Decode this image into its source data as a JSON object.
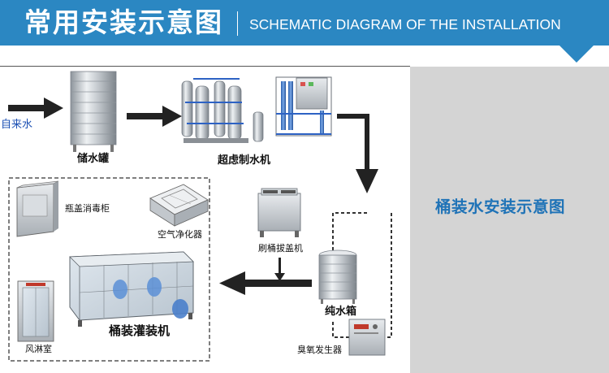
{
  "header": {
    "title_cn": "常用安装示意图",
    "title_en": "SCHEMATIC DIAGRAM OF THE INSTALLATION",
    "banner_color": "#2b87c2"
  },
  "side_panel": {
    "label": "桶装水安装示意图",
    "label_color": "#1f73b7",
    "background": "#d4d4d4"
  },
  "nodes": {
    "tap_water": "自来水",
    "storage_tank": "储水罐",
    "uf_machine": "超虑制水机",
    "pure_water_tank": "纯水箱",
    "ozone_generator": "臭氧发生器",
    "brush_uncap_machine": "刷桶拔盖机",
    "bottle_sterilizer": "瓶盖消毒柜",
    "air_purifier": "空气净化器",
    "air_shower": "风淋室",
    "filling_machine": "桶装灌装机"
  }
}
